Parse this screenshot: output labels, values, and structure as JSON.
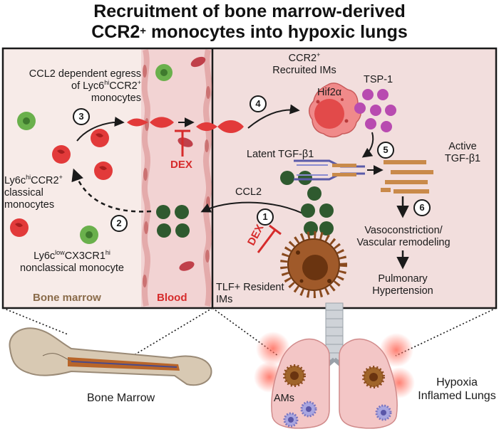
{
  "title": {
    "line1": "Recruitment of bone marrow-derived",
    "line2_pre": "CCR2",
    "line2_sup": "+",
    "line2_post": " monocytes into hypoxic lungs"
  },
  "labels": {
    "egress_line1": "CCL2 dependent egress",
    "egress_line2_pre": "of Lyc6",
    "egress_line2_sup": "hi",
    "egress_line2_mid": "CCR2",
    "egress_line2_sup2": "+",
    "egress_line3": "monocytes",
    "classical_line1_pre": "Ly6c",
    "classical_line1_sup": "hi",
    "classical_line1_mid": "CCR2",
    "classical_line1_sup2": "+",
    "classical_line2": "classical",
    "classical_line3": "monocytes",
    "nonclassical_line1_pre": "Ly6c",
    "nonclassical_line1_sup": "low",
    "nonclassical_line1_mid": "CX3CR1",
    "nonclassical_line1_sup2": "hi",
    "nonclassical_line2": "nonclassical monocyte",
    "bone_marrow_panel": "Bone marrow",
    "blood_panel": "Blood",
    "dex_blood": "DEX",
    "dex_lung": "DEX",
    "ccr2_line1": "CCR2",
    "ccr2_sup": "+",
    "ccr2_line2": "Recruited IMs",
    "hif2a": "Hif2α",
    "tsp1": "TSP-1",
    "latent_tgf": "Latent TGF-β1",
    "active_tgf_line1": "Active",
    "active_tgf_line2": "TGF-β1",
    "ccl2": "CCL2",
    "vaso_line1": "Vasoconstriction/",
    "vaso_line2": "Vascular remodeling",
    "ph_line1": "Pulmonary",
    "ph_line2": "Hypertension",
    "tlf_line1": "TLF+ Resident",
    "tlf_line2": "IMs",
    "bone_marrow_bottom": "Bone Marrow",
    "ams": "AMs",
    "hypoxia_line1": "Hypoxia",
    "hypoxia_line2": "Inflamed Lungs"
  },
  "steps": [
    "1",
    "2",
    "3",
    "4",
    "5",
    "6"
  ],
  "colors": {
    "panel_bg": "#f7ebe8",
    "blood_bg": "#f2d3d3",
    "lung_bg": "#f2dedd",
    "classical_monocyte": "#e23a3a",
    "nonclassical_monocyte": "#6ab04c",
    "ccl2_dot": "#2f5a2f",
    "tsp1_dot": "#b84bb0",
    "dex": "#d62b2b",
    "resident_im": "#8a4a1e",
    "recruited_im": "#f08a8a",
    "tgf_latent": "#5a5aa8",
    "tgf_active": "#c98a4a",
    "lung": "#f3c6c6",
    "bone": "#d8c9b3"
  }
}
